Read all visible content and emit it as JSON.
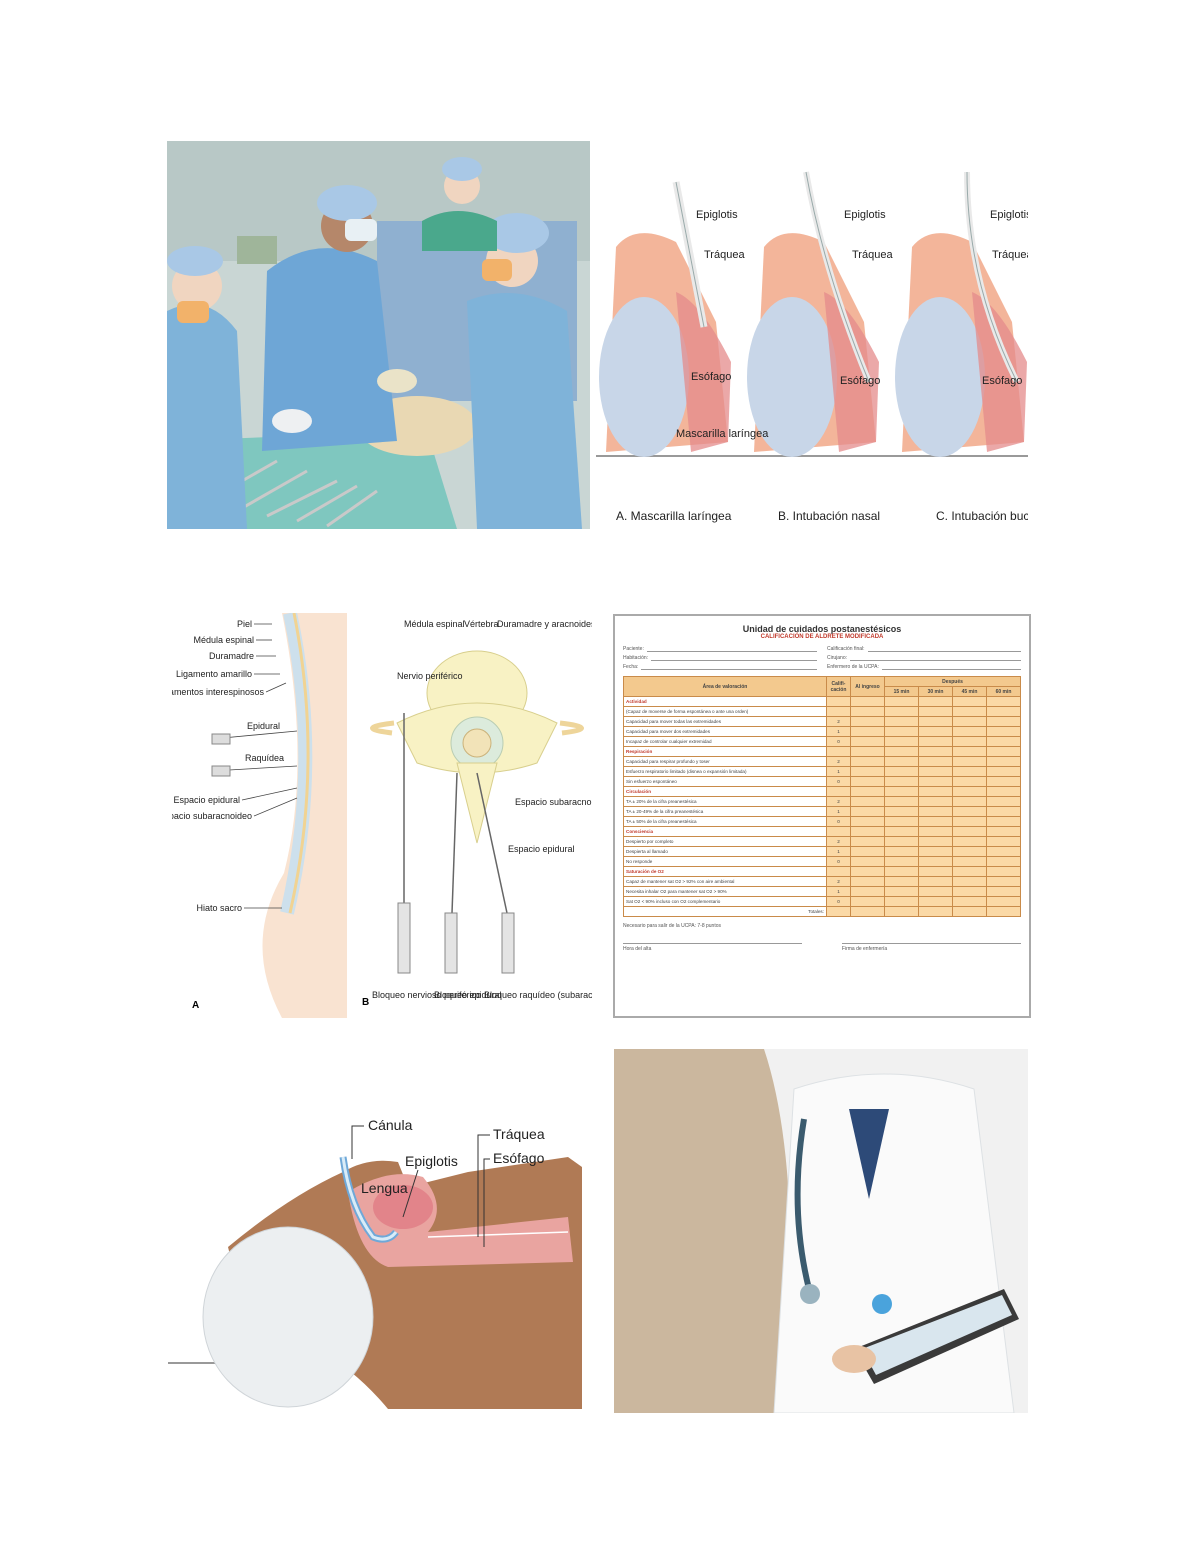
{
  "panel2": {
    "labels": {
      "epiglotis": "Epiglotis",
      "traquea": "Tráquea",
      "esofago": "Esófago",
      "mascarilla": "Mascarilla laríngea"
    },
    "captions": [
      "A. Mascarilla laríngea",
      "B. Intubación nasal",
      "C. Intubación bucal"
    ]
  },
  "panel3": {
    "left_labels": [
      "Piel",
      "Médula espinal",
      "Duramadre",
      "Ligamento amarillo",
      "Ligamentos interespinosos",
      "Epidural",
      "Raquídea",
      "Espacio epidural",
      "Espacio subaracnoideo",
      "Hiato sacro"
    ],
    "left_marker": "A",
    "right_labels": {
      "medula": "Médula espinal",
      "vertebra": "Vértebra",
      "duramadre": "Duramadre y aracnoides",
      "nervio": "Nervio periférico",
      "subaracnoideo": "Espacio subaracnoideo",
      "epidural": "Espacio epidural",
      "bloqueo_nervioso": "Bloqueo nervioso periférico",
      "bloqueo_epidural": "Bloqueo epidural",
      "bloqueo_raquideo": "Bloqueo raquídeo (subaracnoideo)"
    },
    "right_marker": "B"
  },
  "form": {
    "title": "Unidad de cuidados postanestésicos",
    "subtitle": "CALIFICACIÓN DE ALDRETE MODIFICADA",
    "fields_left": [
      "Paciente:",
      "Habitación:",
      "Fecha:"
    ],
    "fields_right": [
      "Calificación final:",
      "Cirujano:",
      "Enfermero de la UCPA:"
    ],
    "headers": {
      "area": "Área de valoración",
      "calif": "Califi- cación",
      "ingreso": "Al ingreso",
      "despues": "Después",
      "times": [
        "15 min",
        "30 min",
        "45 min",
        "60 min"
      ]
    },
    "sections": [
      {
        "name": "Actividad",
        "note": "(Capaz de moverse de forma espontánea o ante una orden)",
        "items": [
          {
            "text": "Capacidad para mover todas las extremidades",
            "score": "2"
          },
          {
            "text": "Capacidad para mover dos extremidades",
            "score": "1"
          },
          {
            "text": "Incapaz de controlar cualquier extremidad",
            "score": "0"
          }
        ]
      },
      {
        "name": "Respiración",
        "note": "",
        "items": [
          {
            "text": "Capacidad para respirar profundo y toser",
            "score": "2"
          },
          {
            "text": "Esfuerzo respiratorio limitado (disnea o expansión limitada)",
            "score": "1"
          },
          {
            "text": "Sin esfuerzo espontáneo",
            "score": "0"
          }
        ]
      },
      {
        "name": "Circulación",
        "note": "",
        "items": [
          {
            "text": "TA ± 20% de la cifra preanestésica",
            "score": "2"
          },
          {
            "text": "TA ± 20-49% de la cifra preanestésica",
            "score": "1"
          },
          {
            "text": "TA ± 50% de la cifra preanestésica",
            "score": "0"
          }
        ]
      },
      {
        "name": "Consciencia",
        "note": "",
        "items": [
          {
            "text": "Despierto por completo",
            "score": "2"
          },
          {
            "text": "Despierta al llamado",
            "score": "1"
          },
          {
            "text": "No responde",
            "score": "0"
          }
        ]
      },
      {
        "name": "Saturación de O2",
        "note": "",
        "items": [
          {
            "text": "Capaz de mantener sat O2 > 92% con aire ambiental",
            "score": "2"
          },
          {
            "text": "Necesita inhalar O2 para mantener sat O2 > 90%",
            "score": "1"
          },
          {
            "text": "Sat O2 < 90% incluso con O2 complementario",
            "score": "0"
          }
        ]
      }
    ],
    "totals": "Totales:",
    "note": "Necesario para salir de la UCPA: 7-8 puntos",
    "sign_left": "Hora del alta",
    "sign_right": "Firma de enfermería"
  },
  "panel5": {
    "labels": {
      "canula": "Cánula",
      "traquea": "Tráquea",
      "epiglotis": "Epiglotis",
      "esofago": "Esófago",
      "lengua": "Lengua"
    }
  },
  "colors": {
    "scrubs": "#7fb3d9",
    "skin": "#f3b59a",
    "form_fill": "#fbd9a6",
    "form_accent": "#c0392b"
  }
}
